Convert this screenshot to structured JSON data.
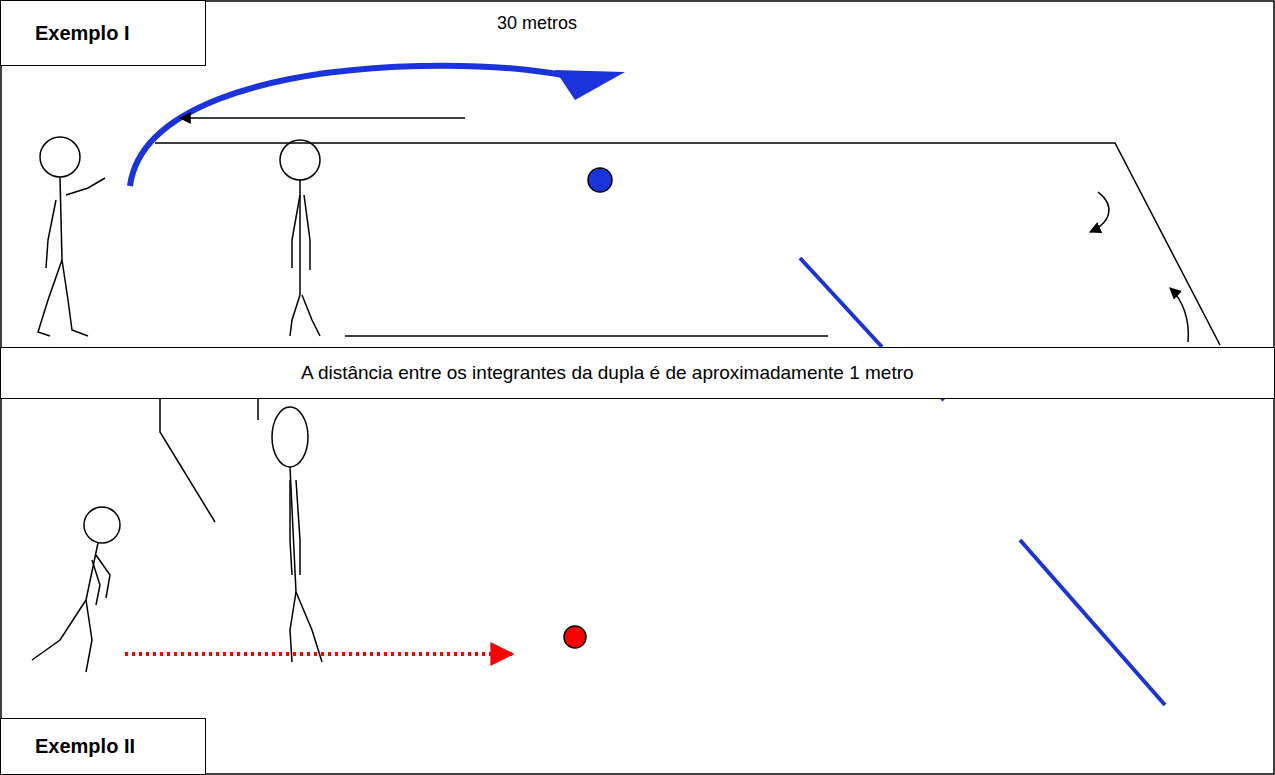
{
  "diagram": {
    "nodes": [
      {
        "text": [
          "Exemplo I"
        ]
      },
      {
        "text": [
          "A distância entre os integrantes da dupla é de aproximadamente 1 metro"
        ]
      },
      {
        "text": [
          "Exemplo II"
        ]
      }
    ],
    "labels": [
      "30 metros"
    ]
  }
}
